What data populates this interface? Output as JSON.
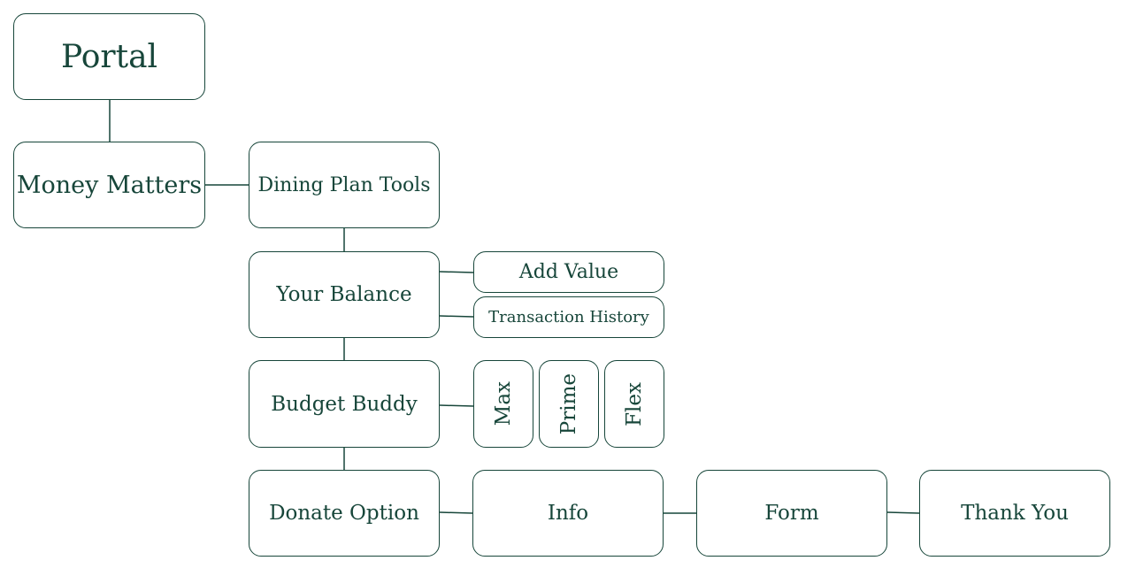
{
  "colors": {
    "ink": "#17463a",
    "background": "#ffffff"
  },
  "nodes": {
    "portal": "Portal",
    "money_matters": "Money Matters",
    "dining_plan_tools": "Dining Plan Tools",
    "your_balance": "Your Balance",
    "add_value": "Add Value",
    "transaction_history": "Transaction History",
    "budget_buddy": "Budget Buddy",
    "max": "Max",
    "prime": "Prime",
    "flex": "Flex",
    "donate_option": "Donate Option",
    "info": "Info",
    "form": "Form",
    "thank_you": "Thank You"
  }
}
